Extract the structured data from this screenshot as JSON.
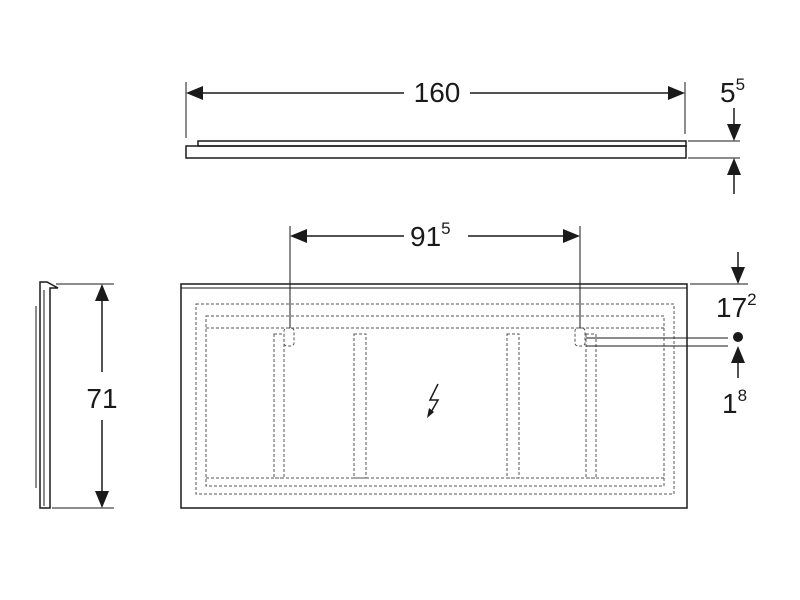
{
  "dimensions": {
    "top_width": {
      "main": "160",
      "sup": ""
    },
    "top_thickness": {
      "main": "5",
      "sup": "5"
    },
    "hook_spacing": {
      "main": "91",
      "sup": "5"
    },
    "hook_from_top": {
      "main": "17",
      "sup": "2"
    },
    "cable_offset": {
      "main": "1",
      "sup": "8"
    },
    "height": {
      "main": "71",
      "sup": ""
    }
  },
  "icons": {
    "electrical": "lightning-bolt-icon",
    "cable_outlet": "filled-dot-icon"
  }
}
